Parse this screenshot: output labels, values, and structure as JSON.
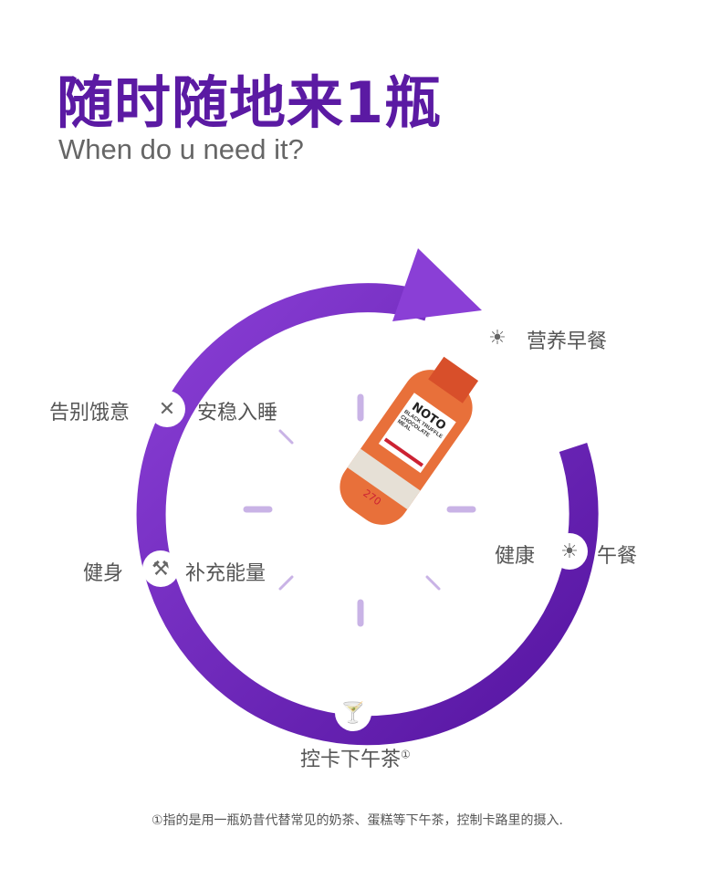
{
  "title": "随时随地来1瓶",
  "subtitle": "When do u need it?",
  "labels": {
    "breakfast": "营养早餐",
    "lunch_left": "健康",
    "lunch_right": "午餐",
    "tea": "控卡下午茶",
    "tea_sup": "①",
    "fitness_left": "健身",
    "fitness_right": "补充能量",
    "sleep_left": "告别饿意",
    "sleep_right": "安稳入睡"
  },
  "product": {
    "brand": "NOTO",
    "name": "BLACK TRUFFLE CHOCOLATE MEAL",
    "number": "270"
  },
  "footnote": "①指的是用一瓶奶昔代替常见的奶茶、蛋糕等下午茶，控制卡路里的摄入.",
  "colors": {
    "primary": "#5b1aa3",
    "ring": "#6a1fb5",
    "tick": "#c9b3e6"
  }
}
